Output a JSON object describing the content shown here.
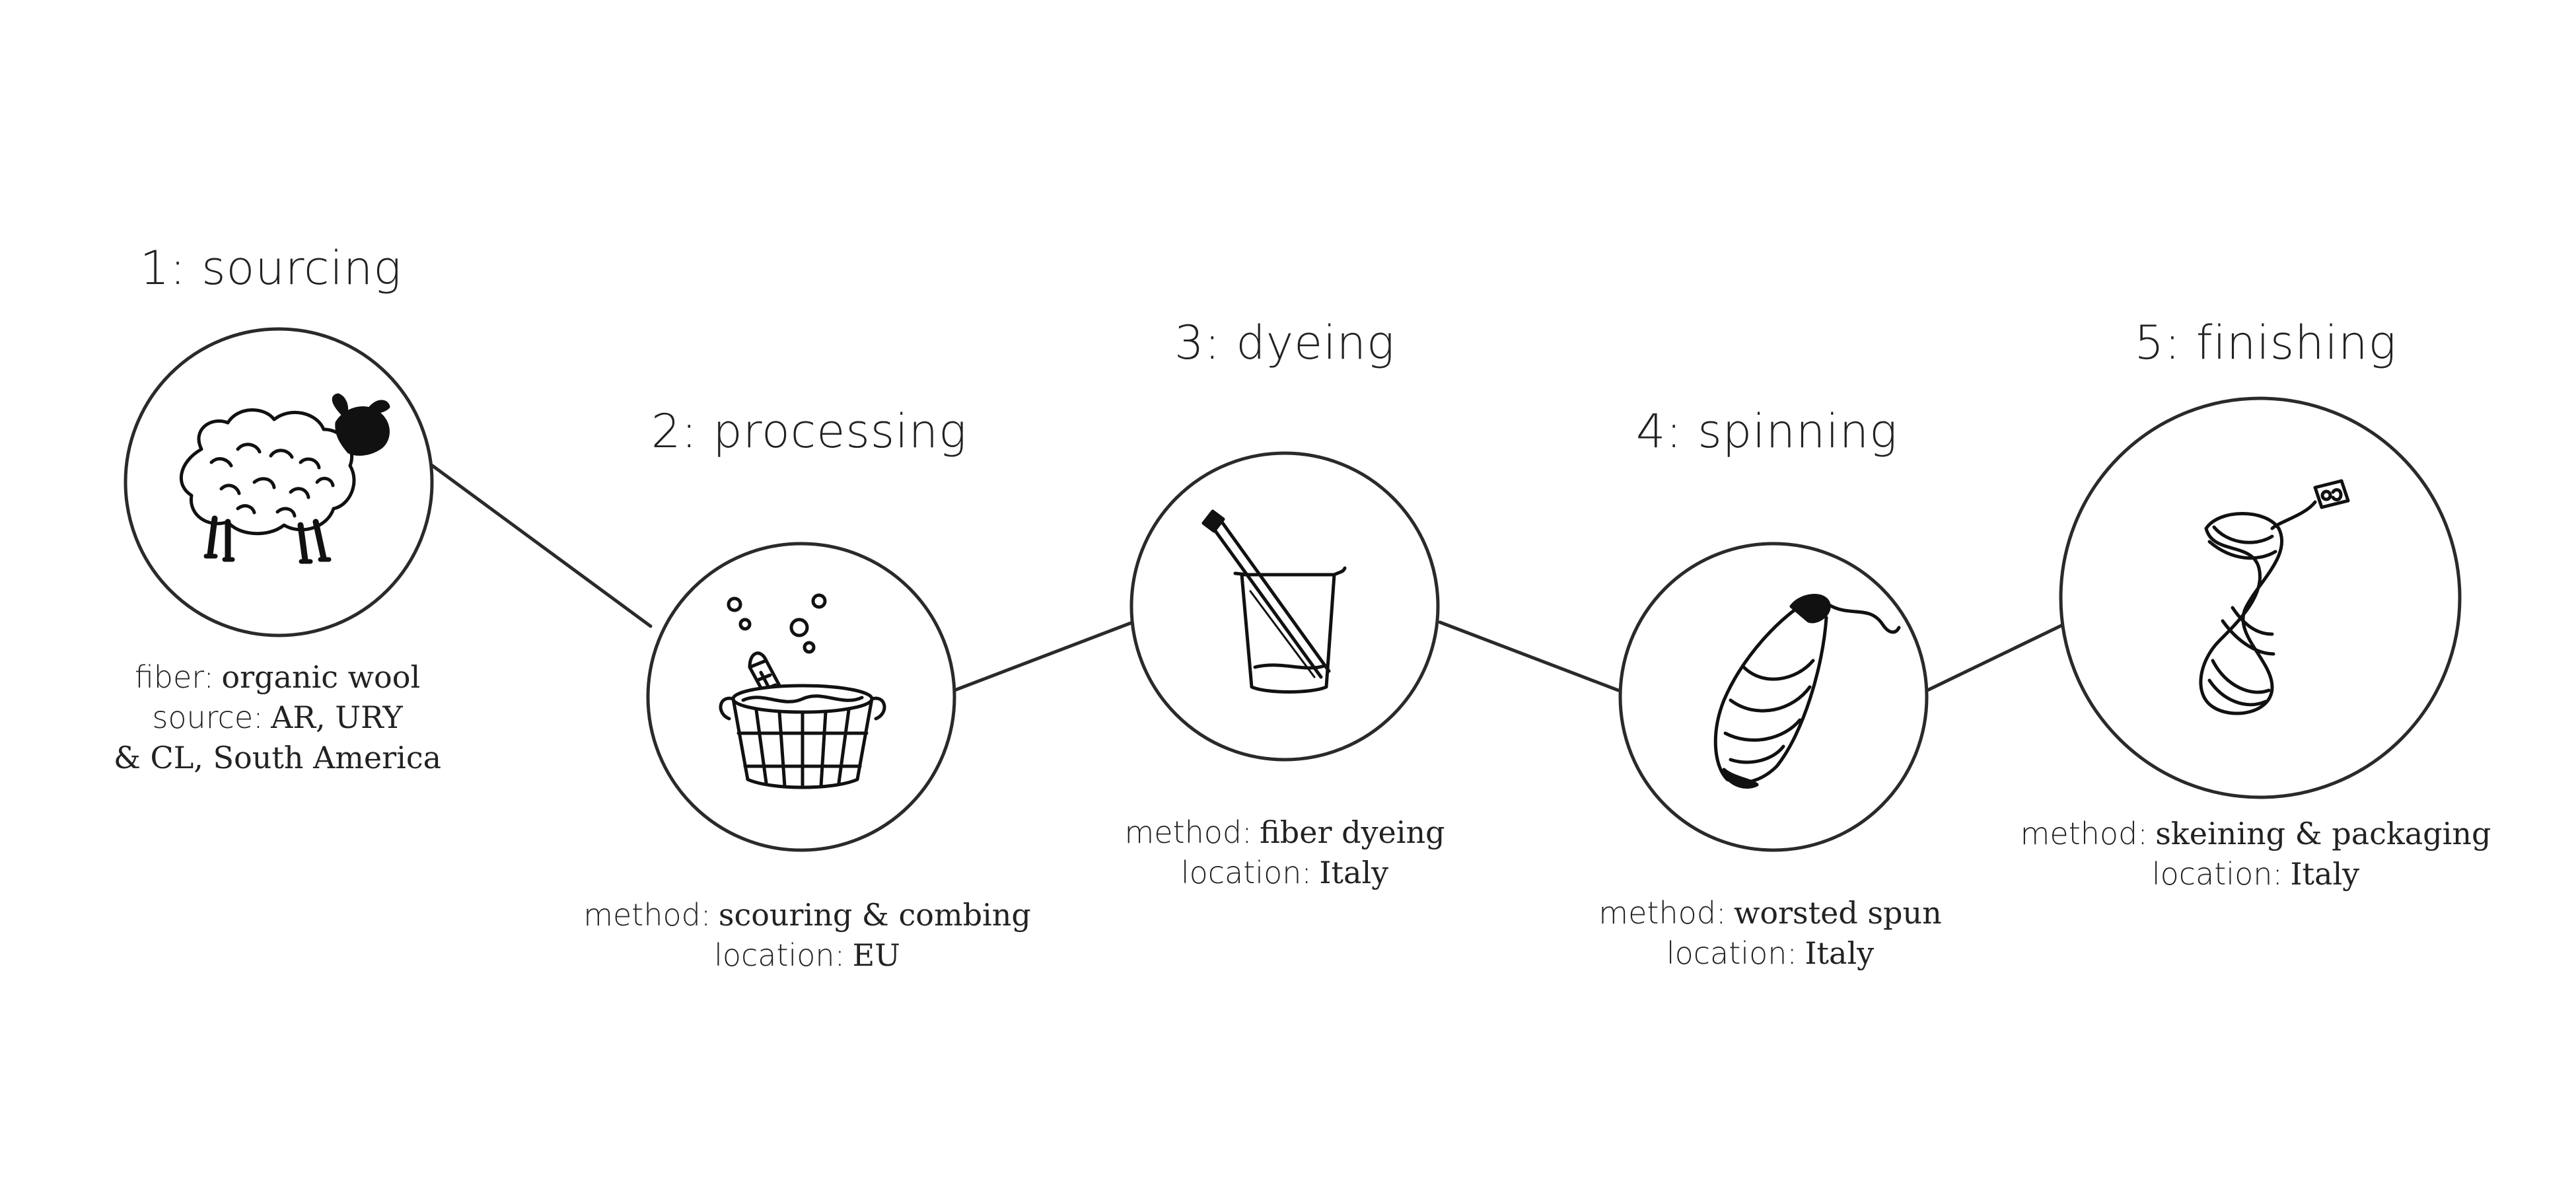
{
  "steps": [
    {
      "title": "1: sourcing",
      "icon": "sheep-icon",
      "details": [
        {
          "key": "fiber:",
          "value": "organic wool"
        },
        {
          "key": "source:",
          "value": "AR, URY"
        },
        {
          "key": "",
          "value": "& CL, South America"
        }
      ]
    },
    {
      "title": "2: processing",
      "icon": "washtub-washboard-icon",
      "details": [
        {
          "key": "method:",
          "value": "scouring & combing"
        },
        {
          "key": "location:",
          "value": "EU"
        }
      ]
    },
    {
      "title": "3: dyeing",
      "icon": "beaker-pipette-icon",
      "details": [
        {
          "key": "method:",
          "value": "fiber dyeing"
        },
        {
          "key": "location:",
          "value": "Italy"
        }
      ]
    },
    {
      "title": "4: spinning",
      "icon": "yarn-cone-icon",
      "details": [
        {
          "key": "method:",
          "value": "worsted spun"
        },
        {
          "key": "location:",
          "value": "Italy"
        }
      ]
    },
    {
      "title": "5: finishing",
      "icon": "yarn-skein-tag-icon",
      "details": [
        {
          "key": "method:",
          "value": "skeining & packaging"
        },
        {
          "key": "location:",
          "value": "Italy"
        }
      ]
    }
  ]
}
